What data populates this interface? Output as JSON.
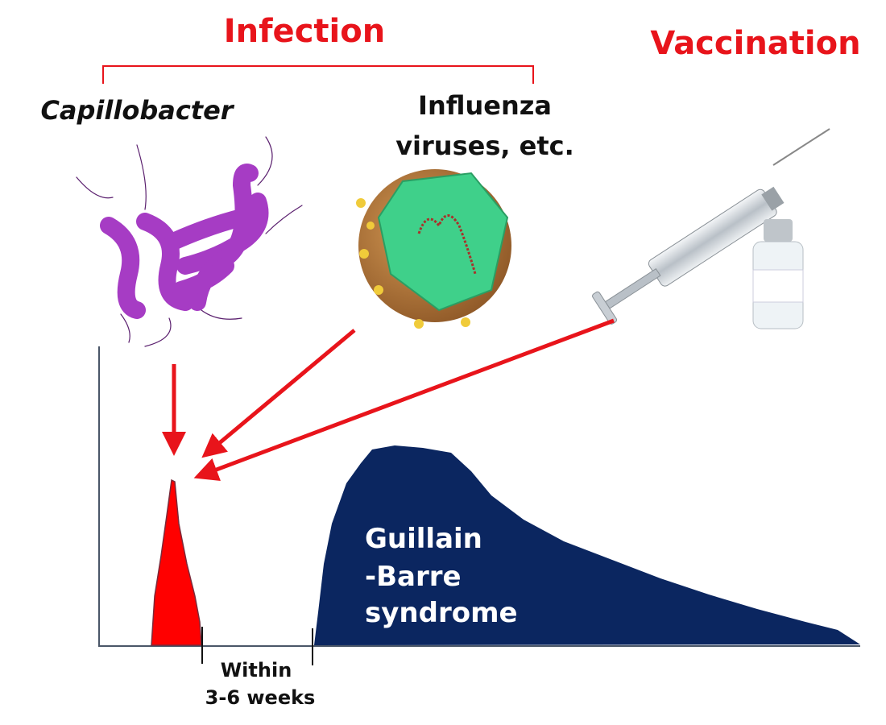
{
  "titles": {
    "infection": "Infection",
    "vaccination": "Vaccination"
  },
  "labels": {
    "capillobacter": "Capillobacter",
    "influenza_line1": "Influenza",
    "influenza_line2": "viruses, etc.",
    "gbs_line1": "Guillain",
    "gbs_line2": "-Barre",
    "gbs_line3": "syndrome",
    "interval_line1": "Within",
    "interval_line2": "3-6 weeks"
  },
  "colors": {
    "accent": "#e8141b",
    "gbs": "#0b2660",
    "bacteria": "#a63cc4",
    "virus": "#3fd08a"
  }
}
